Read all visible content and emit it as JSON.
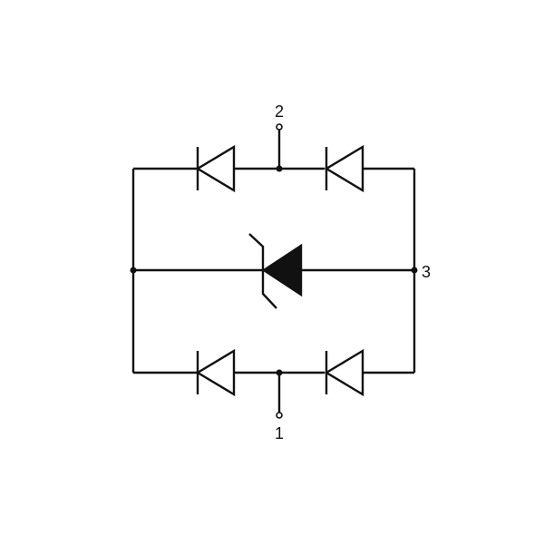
{
  "diagram": {
    "pins": {
      "pin_top": "2",
      "pin_right": "3",
      "pin_bottom": "1"
    },
    "colors": {
      "line": "#111111",
      "background": "#ffffff"
    }
  }
}
